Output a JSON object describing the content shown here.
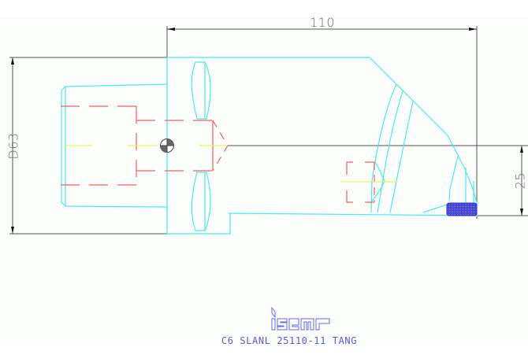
{
  "drawing": {
    "title": "Technical drawing of tool holder",
    "background_color": "#fbfdfb",
    "colors": {
      "outline": "#4ee8ee",
      "hidden_lines": "#f06060",
      "centerline": "#f0f060",
      "dimension": "#555555",
      "insert_fill": "#3a3ae0",
      "logo": "#6a6ae6"
    }
  },
  "dimensions": {
    "length": "110",
    "diameter": "D63",
    "height": "25"
  },
  "title_block": {
    "logo_text": "iscar",
    "part_code": "C6 SLANL 25110-11 TANG"
  },
  "icons": {
    "center_mark": "center-of-gravity-symbol"
  }
}
